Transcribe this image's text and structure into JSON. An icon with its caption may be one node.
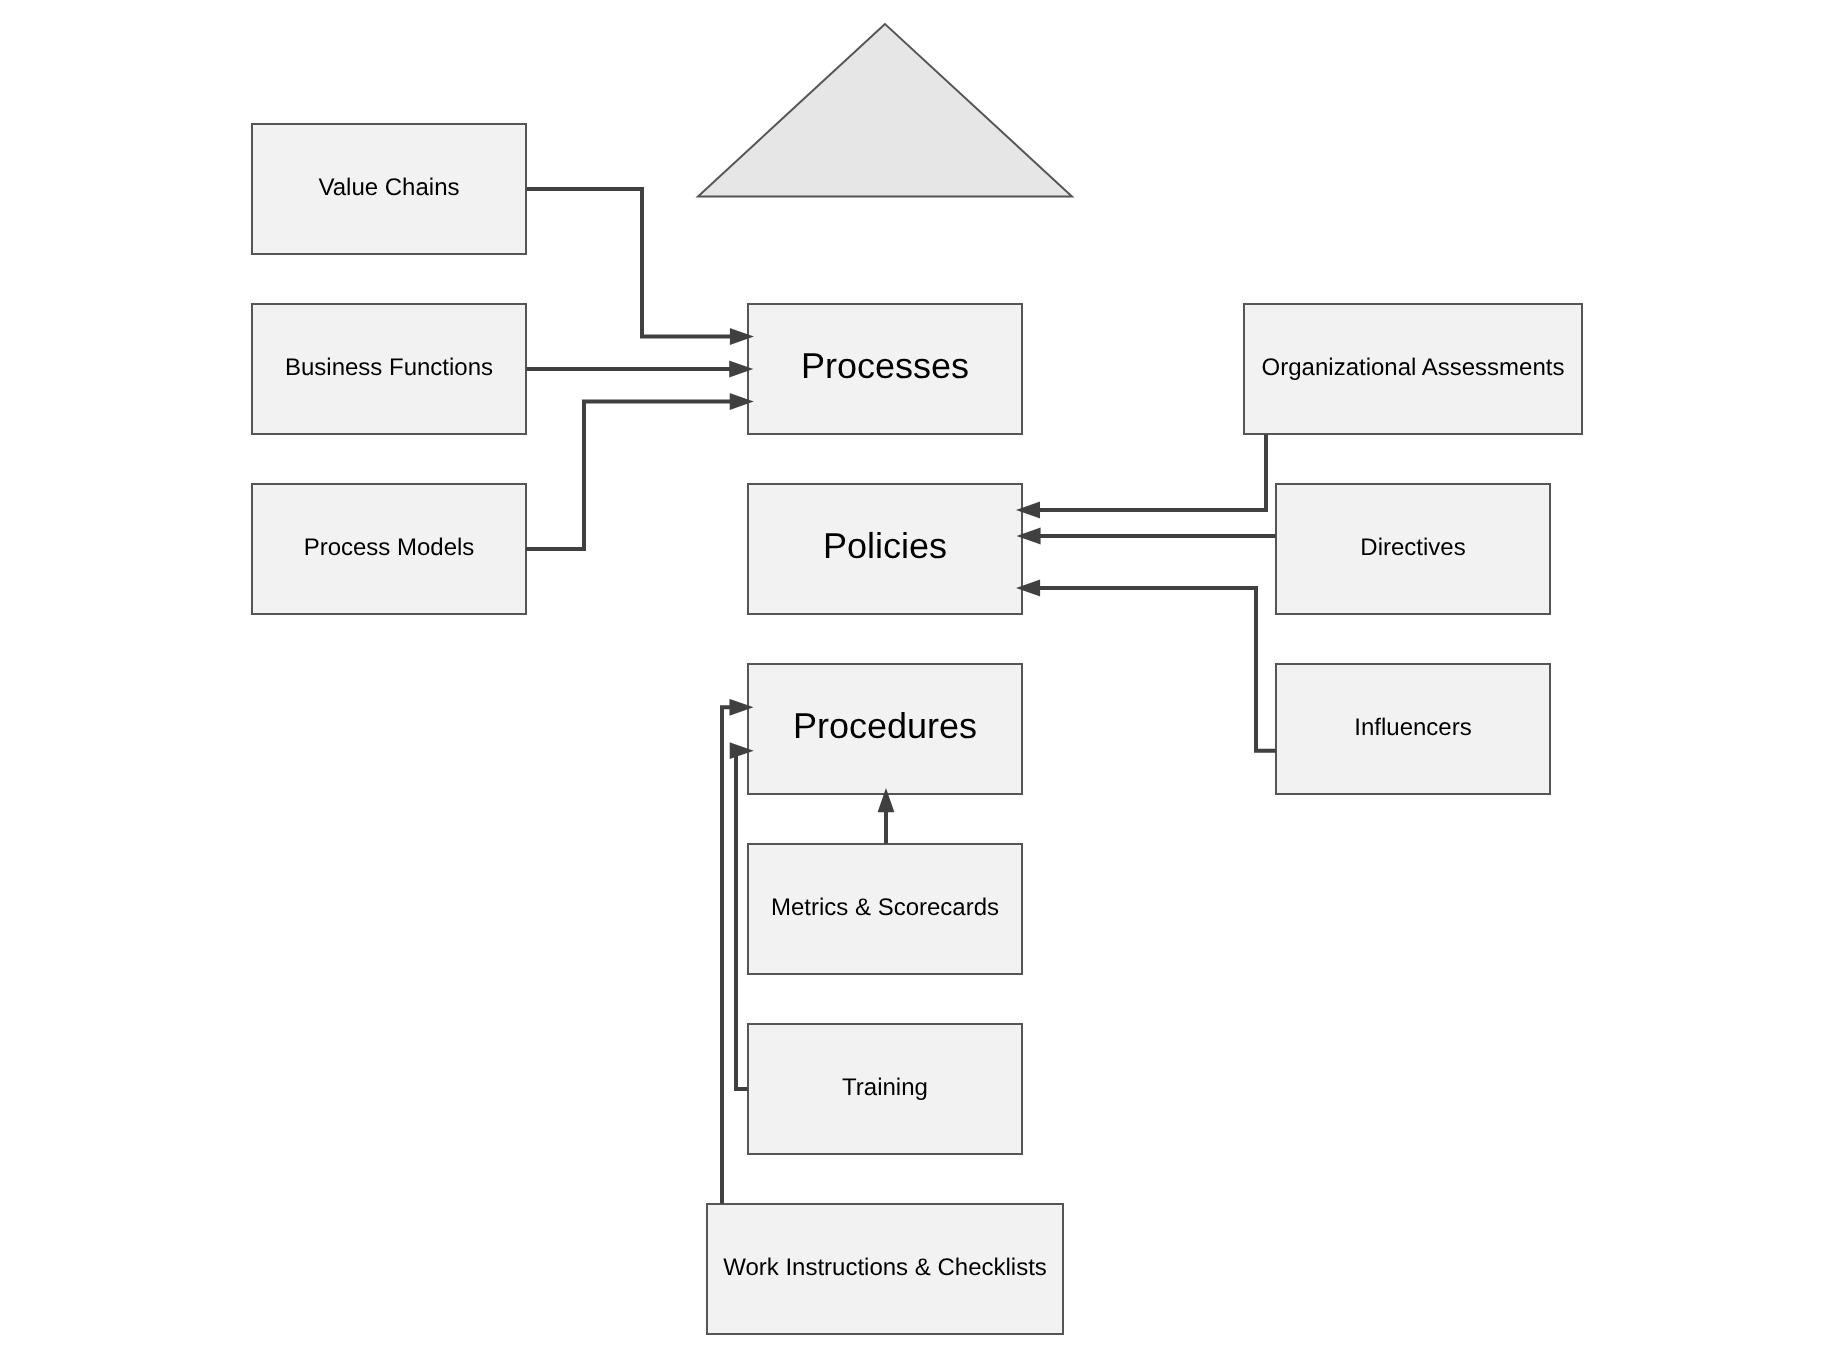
{
  "diagram": {
    "nodes": [
      {
        "text": [
          "Value Chains"
        ]
      },
      {
        "text": [
          "Business Functions"
        ]
      },
      {
        "text": [
          "Process Models"
        ]
      },
      {
        "text": [],
        "shape": "triangle"
      },
      {
        "text": [
          "Policies"
        ]
      },
      {
        "text": [
          "Processes"
        ]
      },
      {
        "text": [
          "Procedures"
        ]
      },
      {
        "text": [
          "Directives"
        ]
      },
      {
        "text": [
          "Organizational Assessments"
        ]
      },
      {
        "text": [
          "Influencers"
        ]
      },
      {
        "text": [
          "Metrics & Scorecards"
        ]
      },
      {
        "text": [
          "Training"
        ]
      },
      {
        "text": [
          "Work Instructions & Checklists"
        ]
      }
    ],
    "edges": [
      {
        "from": 0,
        "to": 5,
        "arrow": "to"
      },
      {
        "from": 1,
        "to": 5,
        "arrow": "to"
      },
      {
        "from": 2,
        "to": 5,
        "arrow": "to"
      },
      {
        "from": 7,
        "to": 4,
        "arrow": "to"
      },
      {
        "from": 8,
        "to": 4,
        "arrow": "to"
      },
      {
        "from": 9,
        "to": 4,
        "arrow": "to"
      },
      {
        "from": 10,
        "to": 6,
        "arrow": "to"
      },
      {
        "from": 11,
        "to": 6,
        "arrow": "to"
      },
      {
        "from": 12,
        "to": 6,
        "arrow": "to"
      }
    ]
  }
}
